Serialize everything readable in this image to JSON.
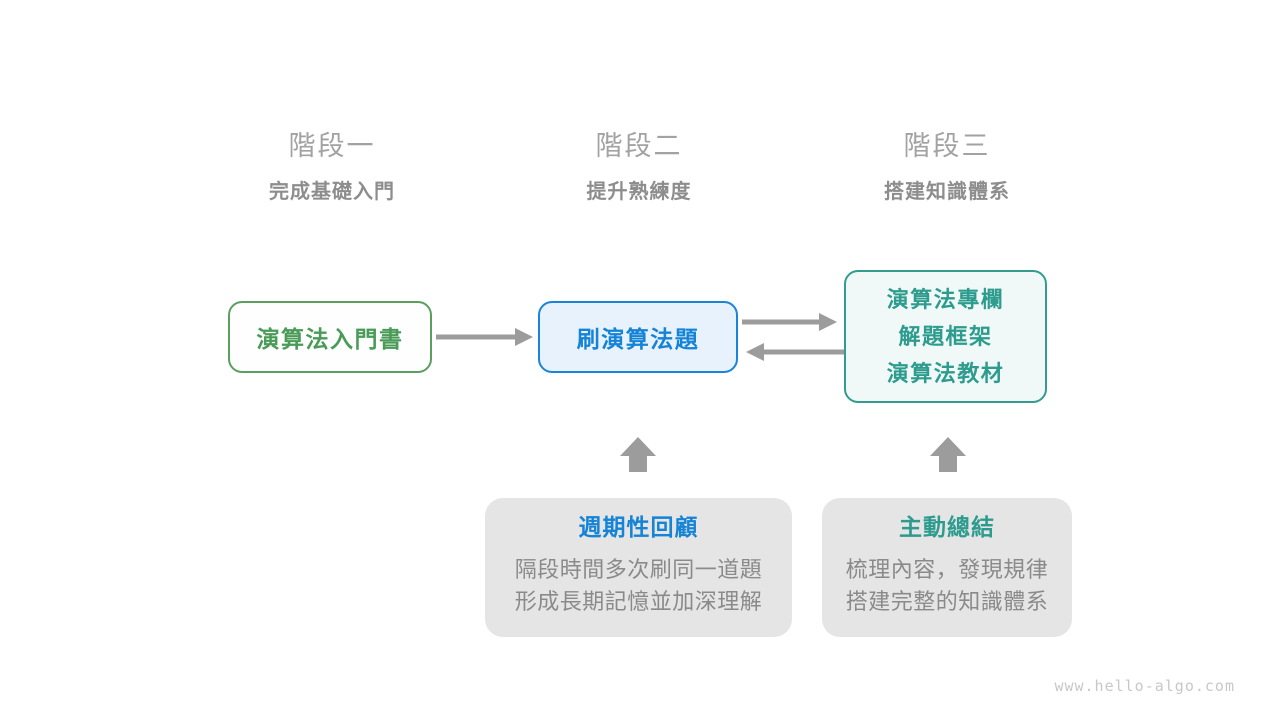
{
  "page": {
    "watermark": "www.hello-algo.com"
  },
  "stages": [
    {
      "title": "階段一",
      "subtitle": "完成基礎入門"
    },
    {
      "title": "階段二",
      "subtitle": "提升熟練度"
    },
    {
      "title": "階段三",
      "subtitle": "搭建知識體系"
    }
  ],
  "nodes": {
    "book": {
      "label": "演算法入門書"
    },
    "practice": {
      "label": "刷演算法題"
    },
    "resources": {
      "lines": [
        "演算法專欄",
        "解題框架",
        "演算法教材"
      ]
    }
  },
  "callouts": {
    "review": {
      "title": "週期性回顧",
      "lines": [
        "隔段時間多次刷同一道題",
        "形成長期記憶並加深理解"
      ]
    },
    "summarize": {
      "title": "主動總結",
      "lines": [
        "梳理內容，發現規律",
        "搭建完整的知識體系"
      ]
    }
  },
  "colors": {
    "stage_title": "#a2a2a2",
    "stage_subtitle": "#8d8d8d",
    "green_border": "#5b9f5f",
    "green_text": "#4a9b58",
    "green_bg": "#fdfefd",
    "blue_border": "#1a84d8",
    "blue_text": "#1583d6",
    "blue_bg": "#e8f2fc",
    "teal_border": "#339c8e",
    "teal_text": "#2d9c8e",
    "teal_bg": "#f0f9f7",
    "callout_bg": "#e5e5e5",
    "body_text": "#8a8a8a",
    "arrow": "#9c9c9c",
    "watermark": "#c8c8c8"
  }
}
